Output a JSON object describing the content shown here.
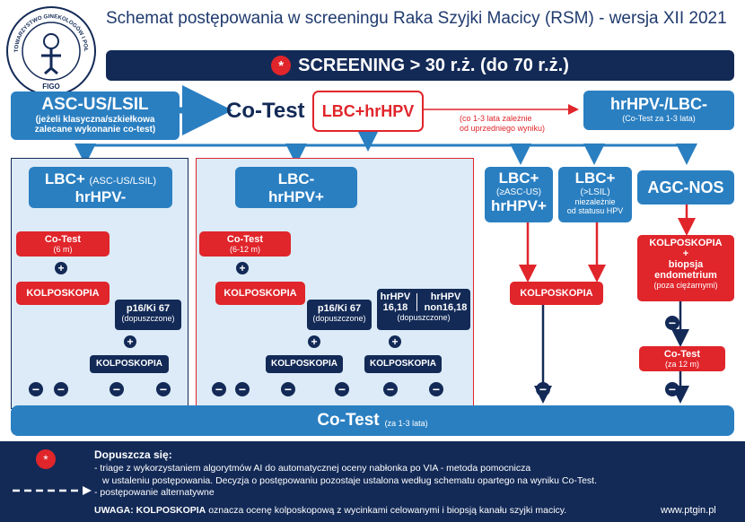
{
  "title": "Schemat postępowania w screeningu Raka Szyjki Macicy (RSM) - wersja XII 2021",
  "logo": {
    "arc_top": "POLSKIE TOWARZYSTWO GINEKOLOGÓW I POŁOŻNIKÓW",
    "bottom": "FIGO"
  },
  "banner": {
    "icon": "*",
    "text": "SCREENING > 30 r.ż. (do 70 r.ż.)"
  },
  "top": {
    "ascus": {
      "line1": "ASC-US/LSIL",
      "line2": "(jeżeli klasyczna/szkiełkowa",
      "line3": "zalecane wykonanie co-test)"
    },
    "cotest": "Co-Test",
    "lbc_hrhpv": "LBC+hrHPV",
    "note_line1": "(co 1-3 lata zależnie",
    "note_line2": "od uprzedniego wyniku)",
    "neg": {
      "line1": "hrHPV-/LBC-",
      "line2": "(Co-Test za 1-3 lata)"
    }
  },
  "branch1": {
    "head": {
      "main": "LBC+",
      "paren": "(ASC-US/LSIL)",
      "line2": "hrHPV-"
    },
    "cotest": {
      "label": "Co-Test",
      "sub": "(6 m)"
    },
    "kolpo": "KOLPOSKOPIA",
    "p16": {
      "label": "p16/Ki 67",
      "sub": "(dopuszczone)"
    },
    "kolpo2": "KOLPOSKOPIA"
  },
  "branch2": {
    "head": {
      "line1": "LBC-",
      "line2": "hrHPV+"
    },
    "cotest": {
      "label": "Co-Test",
      "sub": "(6-12 m)"
    },
    "kolpo": "KOLPOSKOPIA",
    "p16": {
      "label": "p16/Ki 67",
      "sub": "(dopuszczone)"
    },
    "kolpo2": "KOLPOSKOPIA",
    "hpvtype": {
      "l1": "hrHPV",
      "l2": "16,18",
      "r1": "hrHPV",
      "r2": "non16,18",
      "sub": "(dopuszczone)"
    },
    "kolpo3": "KOLPOSKOPIA"
  },
  "branch3": {
    "l1": "LBC+",
    "l2": "(≥ASC-US)",
    "l3": "hrHPV+"
  },
  "branch4": {
    "l1": "LBC+",
    "l2": "(>LSIL)",
    "l3": "niezależnie",
    "l4": "od statusu HPV"
  },
  "kolpo34": "KOLPOSKOPIA",
  "branch5": {
    "head": "AGC-NOS",
    "box": {
      "l1": "KOLPOSKOPIA",
      "l2": "+",
      "l3": "biopsja",
      "l4": "endometrium",
      "l5": "(poza ciężarnymi)"
    },
    "cotest": {
      "label": "Co-Test",
      "sub": "(za 12 m)"
    }
  },
  "signs": {
    "plus": "+",
    "minus": "−"
  },
  "bottom_cotest": {
    "label": "Co-Test",
    "sub": "(za 1-3 lata)"
  },
  "footer": {
    "icon": "*",
    "heading": "Dopuszcza się:",
    "item1_line1": "- triage z wykorzystaniem algorytmów AI do automatycznej oceny nabłonka po VIA - metoda pomocnicza",
    "item1_line2": "w ustaleniu postępowania. Decyzja o postępowaniu pozostaje ustalona według schematu opartego na wyniku Co-Test.",
    "dash_legend": "- postępowanie alternatywne",
    "warning_label": "UWAGA:",
    "warning_bold": "KOLPOSKOPIA",
    "warning_rest": "oznacza ocenę kolposkopową z wycinkami celowanymi i biopsją kanału szyjki macicy.",
    "url": "www.ptgin.pl"
  },
  "colors": {
    "navy": "#132a57",
    "blue": "#2a7fc1",
    "red": "#e0252b",
    "lightblue": "#dcebf7"
  }
}
